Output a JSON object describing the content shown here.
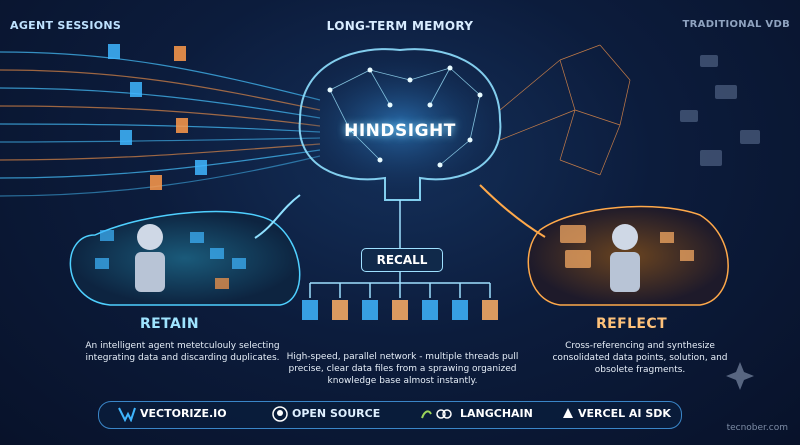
{
  "headers": {
    "sessions": "AGENT SESSIONS",
    "memory": "LONG-TERM MEMORY",
    "vdb": "TRADITIONAL VDB"
  },
  "brain": {
    "label": "HINDSIGHT"
  },
  "retain": {
    "title": "RETAIN",
    "description": "An intelligent agent metetculouly selecting integrating data and discarding duplicates."
  },
  "recall": {
    "title": "RECALL",
    "description": "High-speed, parallel network - multiple threads pull precise, clear data files from a sprawing organized knowledge base almost instantly."
  },
  "reflect": {
    "title": "REFLECT",
    "description": "Cross-referencing and synthesize consolidated data points, solution, and obsolete fragments."
  },
  "footer": {
    "items": [
      {
        "label": "VECTORIZE.IO",
        "icon": "vectorize-logo-icon"
      },
      {
        "label": "OPEN SOURCE",
        "icon": "github-icon"
      },
      {
        "label": "LANGCHAIN",
        "icon": "langchain-logo-icon"
      },
      {
        "label": "VERCEL AI SDK",
        "icon": "vercel-triangle-icon"
      }
    ]
  },
  "watermark": "tecnober.com",
  "colors": {
    "background": "#0a1530",
    "retain_accent": "#4fd0ff",
    "reflect_accent": "#ffa94a",
    "brain_glow": "#7fd8ff"
  }
}
